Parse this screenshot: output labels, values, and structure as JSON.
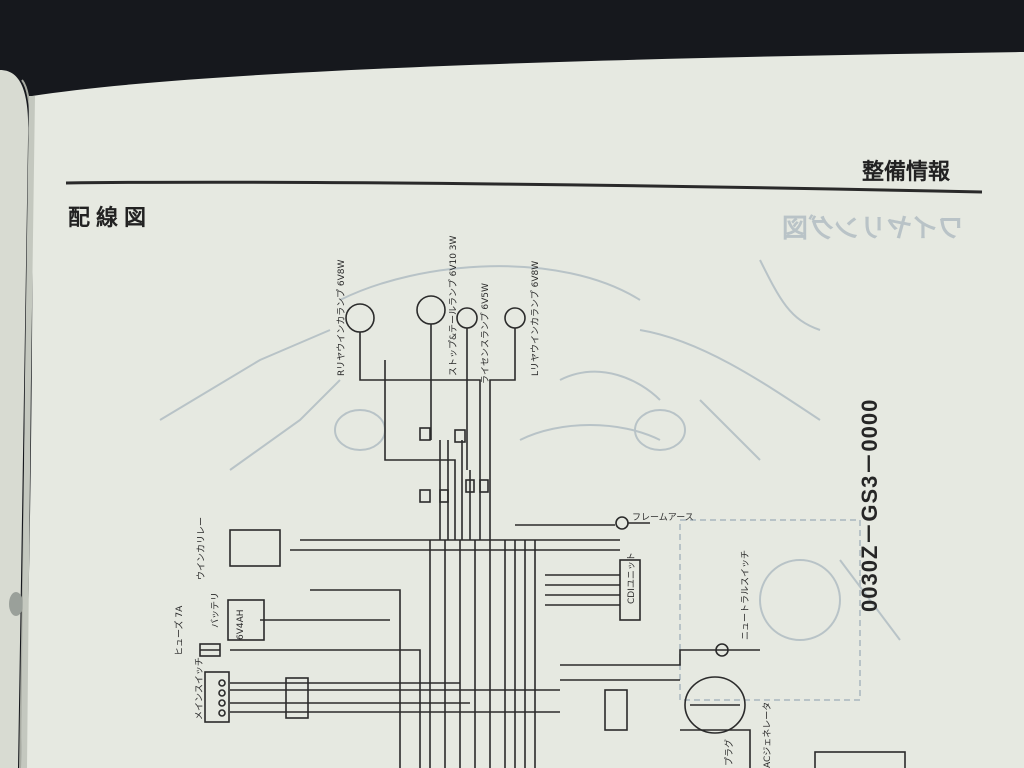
{
  "page": {
    "section_header": "整備情報",
    "title": "配線図",
    "faint_show_through_title": "ワイヤリング図",
    "part_code": "0030Z－GS3－0000"
  },
  "labels": {
    "rear_winker_r": "Rリヤウインカランプ 6V8W",
    "stop_tail": "ストップ&テールランプ 6V10 3W",
    "license": "ライセンスランプ 6V5W",
    "rear_winker_l": "Lリヤウインカランプ 6V8W",
    "winker_relay": "ウインカリレー",
    "battery": "バッテリ",
    "battery_rating": "6V4AH",
    "fuse": "ヒューズ 7A",
    "main_switch": "メインスイッチ",
    "frame_earth": "フレームアース",
    "cdi_unit": "CDIユニット",
    "neutral_switch": "ニュートラルスイッチ",
    "ac_generator": "ACジェネレータ",
    "plug": "プラグ"
  },
  "colors": {
    "background": "#16181d",
    "paper": "#e6e9e1",
    "ink": "#2b2b2b",
    "ghost": "#b7c2c6"
  }
}
